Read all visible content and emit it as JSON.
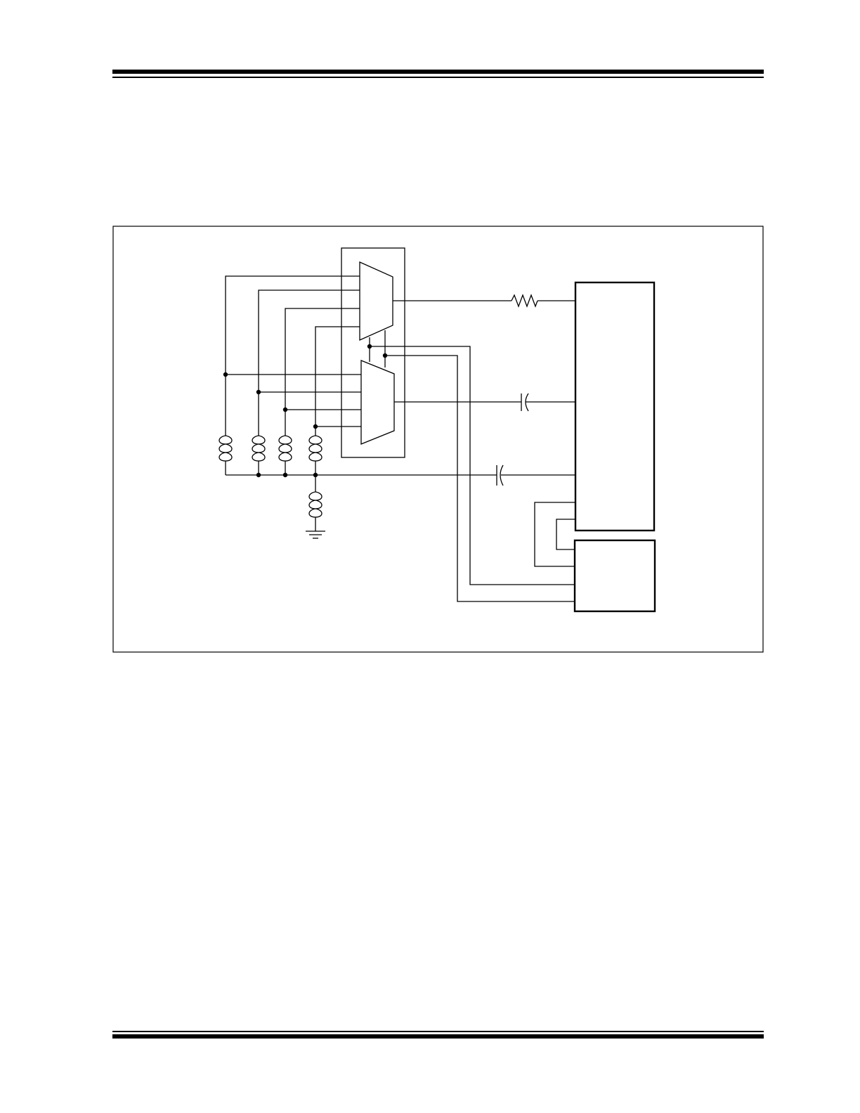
{
  "page": {
    "header_rules": "double",
    "footer_rules": "double"
  },
  "figure": {
    "frame": "single-border",
    "components": {
      "sensing_coils": 4,
      "reference_coil": 1,
      "multiplexers": 2,
      "resistors": 1,
      "capacitors": 2,
      "ground_symbols": 1,
      "controller_blocks": 2
    },
    "colors": {
      "line": "#000000",
      "background": "#ffffff"
    }
  }
}
